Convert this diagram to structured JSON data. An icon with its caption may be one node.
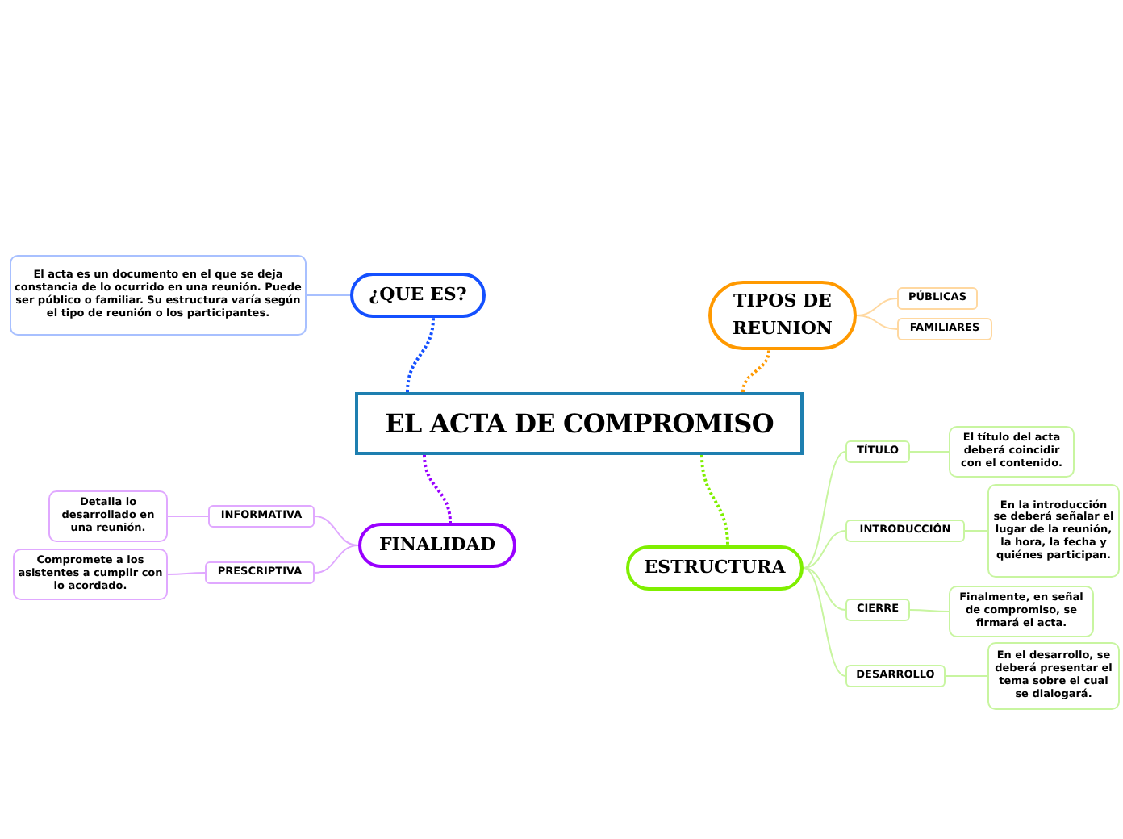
{
  "diagram": {
    "nodes": [
      {
        "text": [
          "EL ACTA DE COMPROMISO"
        ]
      },
      {
        "text": [
          "¿QUE ES?"
        ]
      },
      {
        "text": [
          "El acta es un documento en el que se deja constancia de lo ocurrido en una reunión. Puede ser público o familiar. Su estructura varía según el tipo de reunión o los participantes."
        ]
      },
      {
        "text": [
          "TIPOS DE REUNION"
        ]
      },
      {
        "text": [
          "PÚBLICAS"
        ]
      },
      {
        "text": [
          "FAMILIARES"
        ]
      },
      {
        "text": [
          "FINALIDAD"
        ]
      },
      {
        "text": [
          "INFORMATIVA"
        ]
      },
      {
        "text": [
          "Detalla lo desarrollado en una reunión."
        ]
      },
      {
        "text": [
          "PRESCRIPTIVA"
        ]
      },
      {
        "text": [
          "Compromete a los asistentes a cumplir con lo acordado."
        ]
      },
      {
        "text": [
          "ESTRUCTURA"
        ]
      },
      {
        "text": [
          "TÍTULO"
        ]
      },
      {
        "text": [
          "El título del acta deberá coincidir con el contenido."
        ]
      },
      {
        "text": [
          "INTRODUCCIÓN"
        ]
      },
      {
        "text": [
          "En la introducción se deberá señalar el lugar de la reunión, la hora, la fecha y quiénes participan."
        ]
      },
      {
        "text": [
          "CIERRE"
        ]
      },
      {
        "text": [
          "Finalmente, en señal de compromiso, se firmará el acta."
        ]
      },
      {
        "text": [
          "DESARROLLO"
        ]
      },
      {
        "text": [
          "En el desarrollo, se deberá presentar el tema sobre el cual se dialogará."
        ]
      }
    ],
    "edges": [
      {
        "from": 0,
        "to": 1,
        "arrow": "none",
        "style": "dashed",
        "color": "#1450ff"
      },
      {
        "from": 1,
        "to": 2,
        "arrow": "none",
        "color": "#a8c0ff"
      },
      {
        "from": 0,
        "to": 3,
        "arrow": "none",
        "style": "dashed",
        "color": "#ff9900"
      },
      {
        "from": 3,
        "to": 4,
        "arrow": "none",
        "color": "#ffd8a0"
      },
      {
        "from": 3,
        "to": 5,
        "arrow": "none",
        "color": "#ffd8a0"
      },
      {
        "from": 0,
        "to": 6,
        "arrow": "none",
        "style": "dashed",
        "color": "#9900ff"
      },
      {
        "from": 6,
        "to": 7,
        "arrow": "none",
        "color": "#e0a8ff"
      },
      {
        "from": 7,
        "to": 8,
        "arrow": "none",
        "color": "#e0a8ff"
      },
      {
        "from": 6,
        "to": 9,
        "arrow": "none",
        "color": "#e0a8ff"
      },
      {
        "from": 9,
        "to": 10,
        "arrow": "none",
        "color": "#e0a8ff"
      },
      {
        "from": 0,
        "to": 11,
        "arrow": "none",
        "style": "dashed",
        "color": "#7fef00"
      },
      {
        "from": 11,
        "to": 12,
        "arrow": "none",
        "color": "#c8f5a0"
      },
      {
        "from": 12,
        "to": 13,
        "arrow": "none",
        "color": "#c8f5a0"
      },
      {
        "from": 11,
        "to": 14,
        "arrow": "none",
        "color": "#c8f5a0"
      },
      {
        "from": 14,
        "to": 15,
        "arrow": "none",
        "color": "#c8f5a0"
      },
      {
        "from": 11,
        "to": 16,
        "arrow": "none",
        "color": "#c8f5a0"
      },
      {
        "from": 16,
        "to": 17,
        "arrow": "none",
        "color": "#c8f5a0"
      },
      {
        "from": 11,
        "to": 18,
        "arrow": "none",
        "color": "#c8f5a0"
      },
      {
        "from": 18,
        "to": 19,
        "arrow": "none",
        "color": "#c8f5a0"
      }
    ]
  }
}
